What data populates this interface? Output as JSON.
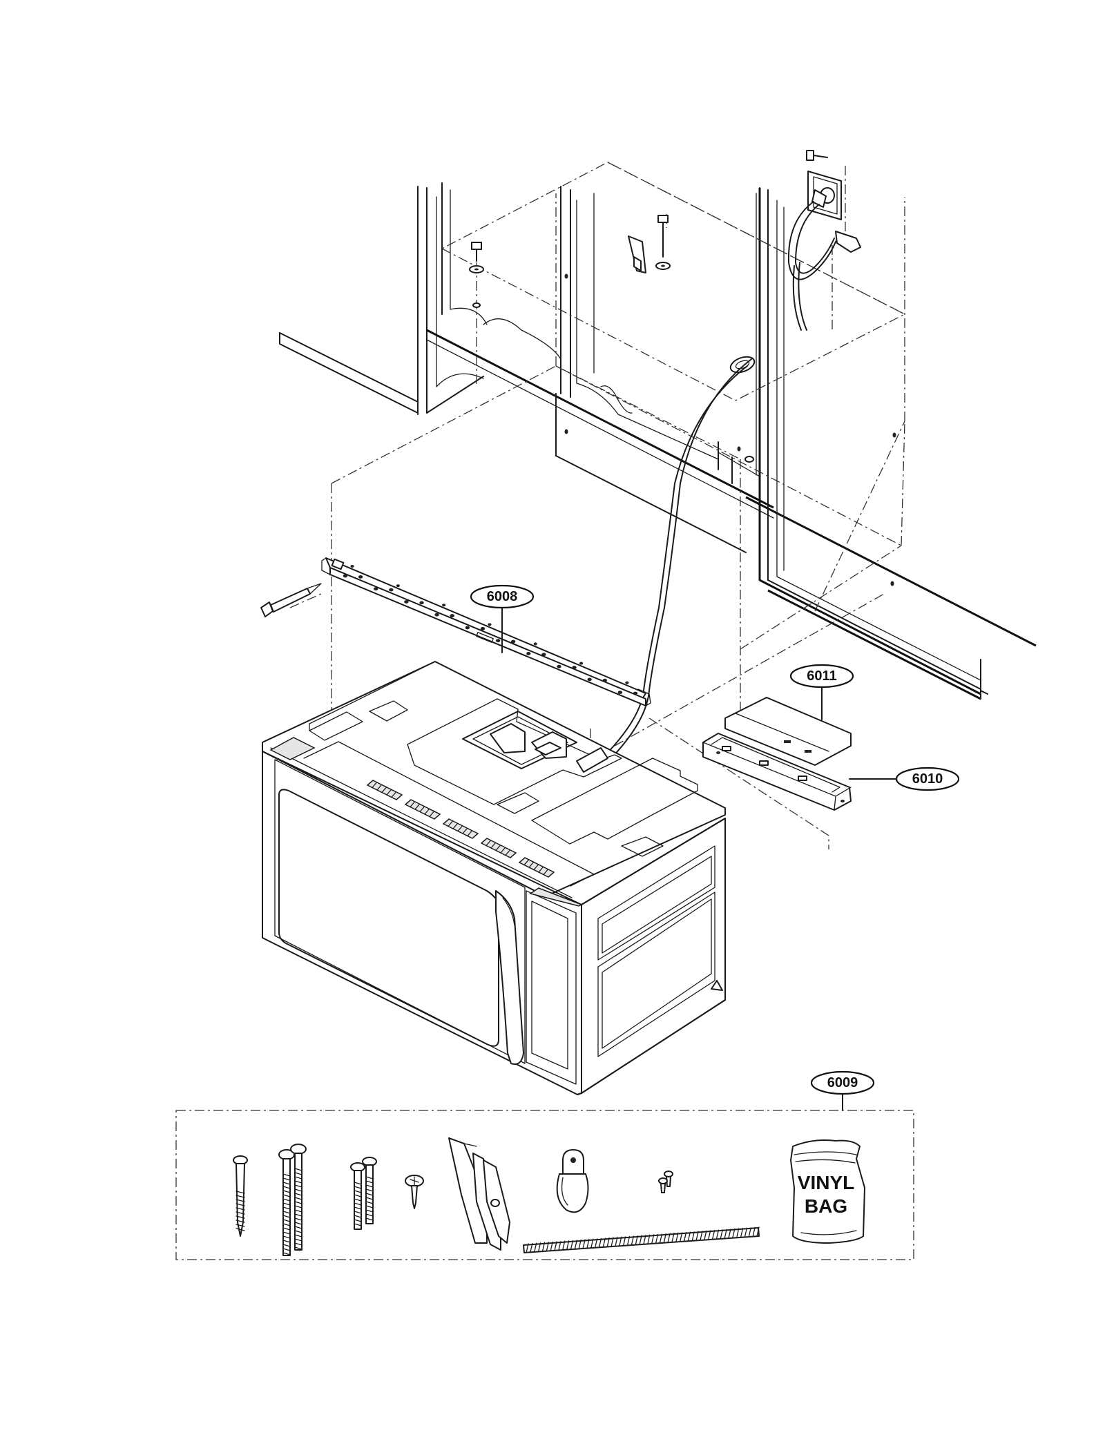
{
  "callouts": [
    {
      "id": "6008",
      "label": "6008"
    },
    {
      "id": "6011",
      "label": "6011"
    },
    {
      "id": "6010",
      "label": "6010"
    },
    {
      "id": "6009",
      "label": "6009"
    }
  ],
  "vinyl_bag": {
    "line1": "VINYL",
    "line2": "BAG"
  },
  "colors": {
    "line": "#1a1a1a",
    "background": "#ffffff"
  }
}
